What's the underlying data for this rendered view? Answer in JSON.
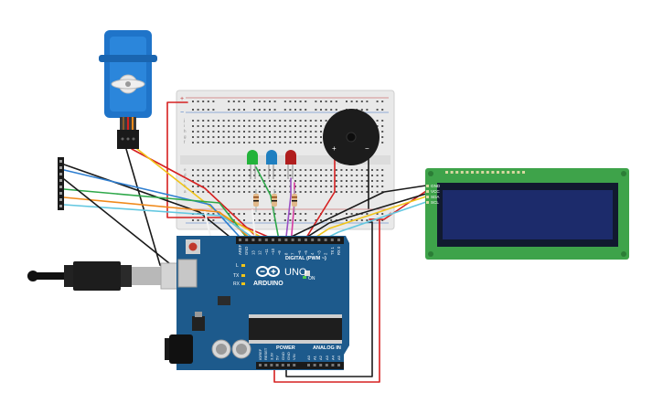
{
  "arduino": {
    "brand": "ARDUINO",
    "model": "UNO",
    "digital_label": "DIGITAL (PWM ~)",
    "power_label": "POWER",
    "analog_label": "ANALOG IN",
    "on_label": "ON",
    "l_label": "L",
    "tx_label": "TX",
    "rx_label": "RX",
    "digital_pins": [
      "AREF",
      "GND",
      "13",
      "12",
      "~11",
      "~10",
      "~9",
      "8",
      "7",
      "~6",
      "~5",
      "4",
      "~3",
      "2",
      "TX 1",
      "RX 0"
    ],
    "power_pins": [
      "IOREF",
      "RESET",
      "3.3V",
      "5V",
      "GND",
      "GND",
      "VIN"
    ],
    "analog_pins": [
      "A0",
      "A1",
      "A2",
      "A3",
      "A4",
      "A5"
    ],
    "board_color": "#1d5a8c"
  },
  "lcd": {
    "pins": [
      "GND",
      "VCC",
      "SDA",
      "SCL"
    ],
    "pcb_color": "#3ea34a",
    "screen_color": "#1c2b6b"
  },
  "breadboard": {
    "rows": [
      "a",
      "b",
      "c",
      "d",
      "e",
      "f",
      "g",
      "h",
      "i",
      "j"
    ],
    "rail_plus": "+",
    "rail_minus": "−"
  },
  "buzzer": {
    "plus": "+",
    "minus": "−"
  },
  "leds": [
    {
      "color": "#22b33a",
      "name": "green"
    },
    {
      "color": "#1f7fc0",
      "name": "blue"
    },
    {
      "color": "#b01d1d",
      "name": "red"
    }
  ],
  "wire_colors": {
    "red": "#d62020",
    "black": "#1a1a1a",
    "yellow": "#f0c419",
    "green": "#2ea84a",
    "orange": "#f08a1c",
    "cyan": "#63c7e0",
    "purple": "#9b4fc4",
    "blue": "#2f7fd1",
    "white": "#f4f4f4",
    "magenta": "#d63aa0"
  }
}
